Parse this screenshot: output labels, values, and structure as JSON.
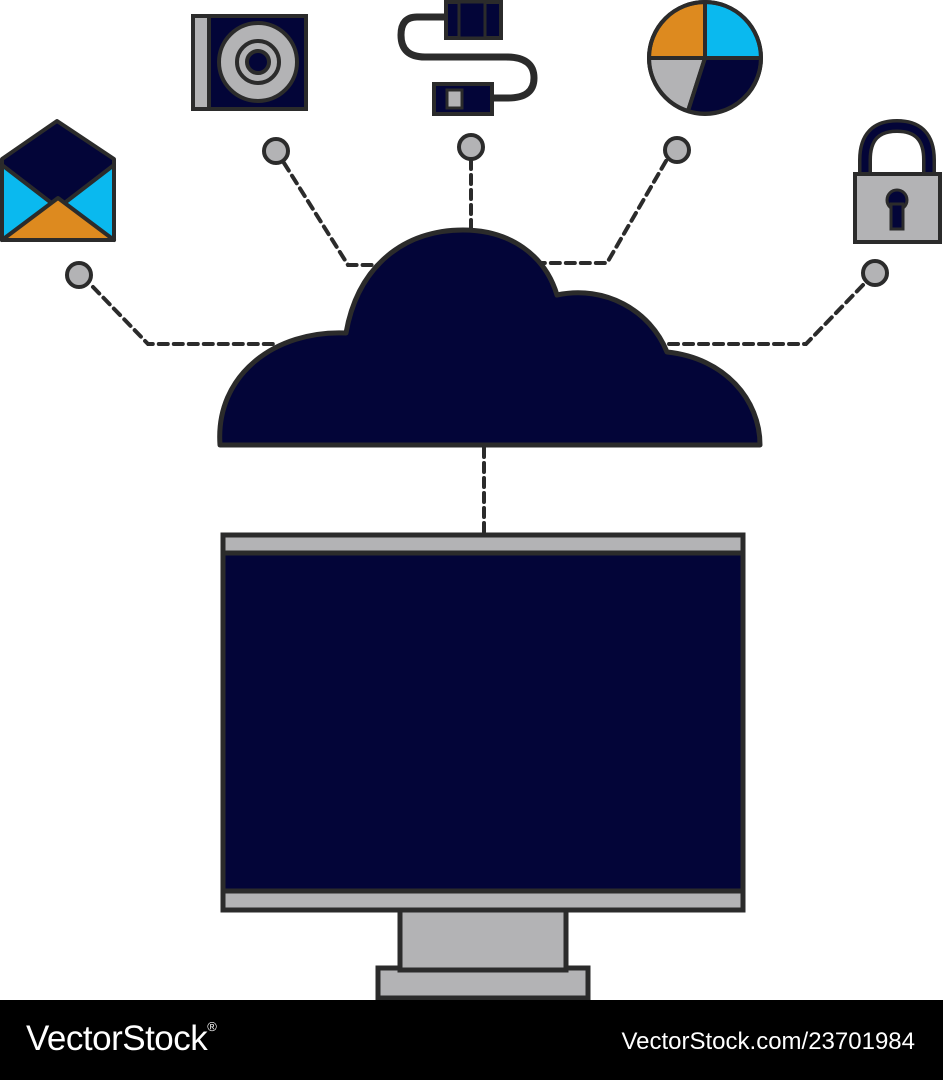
{
  "illustration": {
    "subject": "cloud-computing",
    "colors": {
      "navy": "#030538",
      "outline": "#2b2b2b",
      "gray": "#b3b3b5",
      "cyan": "#0ab9ef",
      "orange": "#dd8a1f",
      "white": "#ffffff"
    },
    "icons": [
      "envelope-icon",
      "disk-drive-icon",
      "usb-cable-icon",
      "pie-chart-icon",
      "padlock-icon",
      "cloud-icon",
      "monitor-icon"
    ]
  },
  "footer": {
    "brand": "VectorStock",
    "brand_mark": "®",
    "reference": "VectorStock.com/23701984"
  }
}
